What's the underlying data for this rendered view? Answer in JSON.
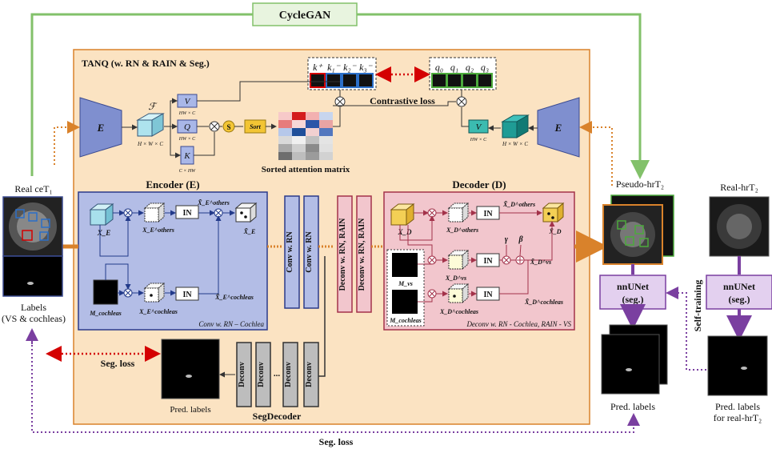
{
  "labels": {
    "cyclegan": "CycleGAN",
    "tanq_title": "TANQ (w. RN & RAIN & Seg.)",
    "contrastive_loss": "Contrastive loss",
    "sorted_attention": "Sorted attention matrix",
    "encoder_title": "Encoder (E)",
    "decoder_title": "Decoder (D)",
    "conv_rn_cochlea": "Conv w. RN – Cochlea",
    "deconv_caption": "Deconv w. RN - Cochlea, RAIN - VS",
    "seg_decoder": "SegDecoder",
    "seg_loss_red": "Seg. loss",
    "seg_loss_purple": "Seg. loss",
    "real_cet1": "Real ceT₁",
    "labels_left": "Labels",
    "labels_left_sub": "(VS & cochleas)",
    "pseudo_hrt2": "Pseudo-hrT₂",
    "real_hrt2": "Real-hrT₂",
    "nnunet": "nnUNet",
    "seg": "(seg.)",
    "self_training": "Self-training",
    "pred_labels": "Pred. labels",
    "pred_labels_seg": "Pred. labels",
    "pred_labels_real": "Pred. labels",
    "pred_labels_real_sub": "for real-hrT₂",
    "E": "E",
    "F": "ℱ",
    "V": "V",
    "Q": "Q",
    "K": "K",
    "S": "S",
    "sort": "Sort",
    "hwc": "H × W × C",
    "hw_c": "HW × C",
    "c_hw": "C × HW",
    "IN": "IN",
    "gamma": "γ",
    "beta": "β",
    "x_e": "X_E",
    "x_e_others": "X_E^others",
    "x_e_cochleas": "X_E^cochleas",
    "xt_e_others": "X̃_E^others",
    "xt_e_cochleas": "X̃_E^cochleas",
    "xt_e": "X̃_E",
    "m_cochleas": "M_cochleas",
    "x_d": "X_D",
    "x_d_others": "X_D^others",
    "x_d_vs": "X_D^vs",
    "x_d_cochleas": "X_D^cochleas",
    "xt_d_others": "X̃_D^others",
    "xt_d_vs": "X̃_D^vs",
    "xt_d_cochleas": "X̃_D^cochleas",
    "xt_d": "X̃_D",
    "m_vs": "M_vs",
    "m_cochleas_d": "M_cochleas",
    "conv_rn": "Conv w. RN",
    "deconv_rn_rain": "Deconv w. RN, RAIN",
    "deconv": "Deconv",
    "k_labels": [
      "k⁺",
      "k₁⁻",
      "k₂⁻",
      "k₃⁻"
    ],
    "q_labels": [
      "q₀",
      "q₁",
      "q₂",
      "q₃"
    ]
  },
  "colors": {
    "green_path": "#82c16a",
    "orange_path": "#d9822b",
    "tanq_bg": "#fbe3c2",
    "encoder_bg": "#b3bde6",
    "decoder_bg": "#f2c6cd",
    "purple": "#7a3fa0",
    "red": "#d40000"
  }
}
